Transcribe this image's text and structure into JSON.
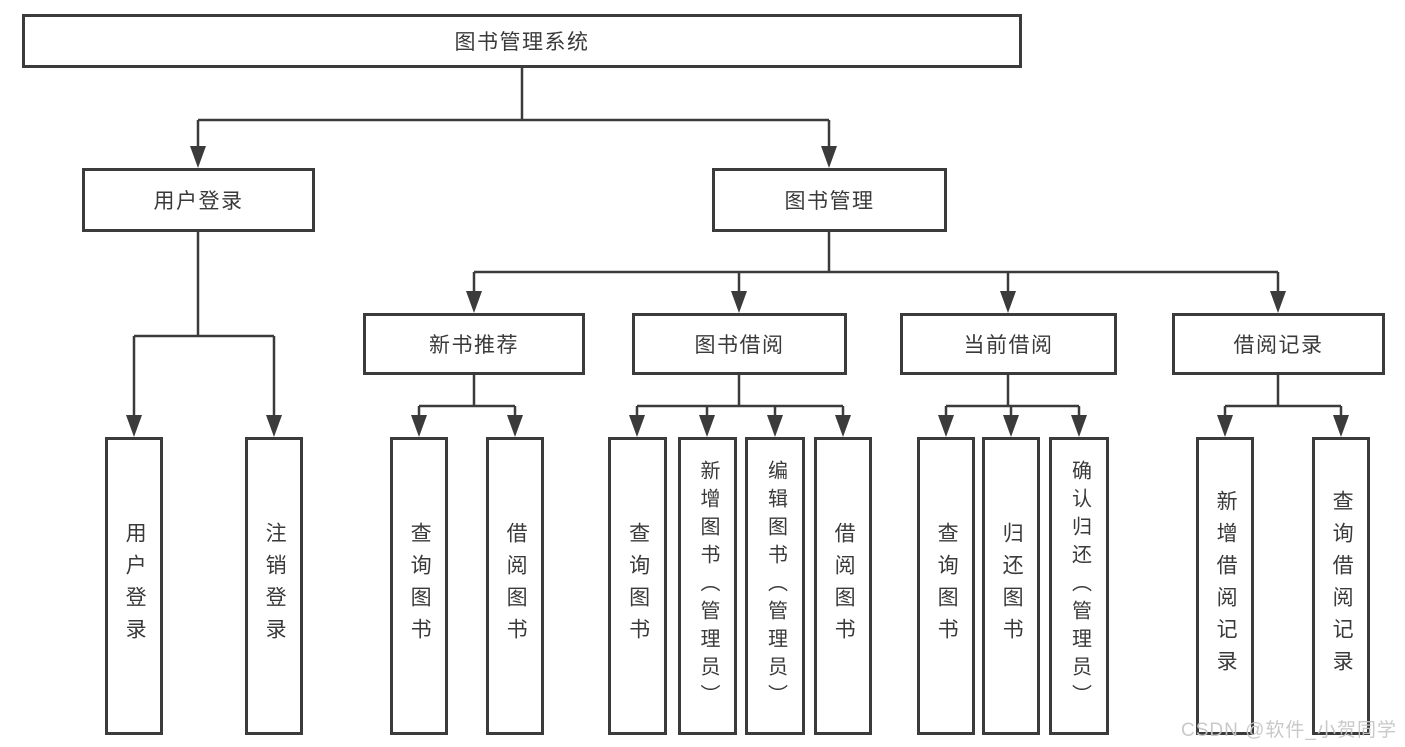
{
  "diagram": {
    "title_node": "图书管理系统",
    "root": "图书管理系统",
    "branches": [
      {
        "label": "用户登录",
        "children": [
          "用户登录",
          "注销登录"
        ]
      },
      {
        "label": "图书管理",
        "sections": [
          {
            "label": "新书推荐",
            "children": [
              "查询图书",
              "借阅图书"
            ]
          },
          {
            "label": "图书借阅",
            "children": [
              "查询图书",
              "新增图书（管理员）",
              "编辑图书（管理员）",
              "借阅图书"
            ]
          },
          {
            "label": "当前借阅",
            "children": [
              "查询图书",
              "归还图书",
              "确认归还（管理员）"
            ]
          },
          {
            "label": "借阅记录",
            "children": [
              "新增借阅记录",
              "查询借阅记录"
            ]
          }
        ]
      }
    ]
  },
  "watermark": {
    "text": "CSDN @软件_小贺同学"
  },
  "colors": {
    "line": "#3b3b3b",
    "box_border": "#3b3b3b",
    "box_fill": "#ffffff",
    "text": "#3a3a3a",
    "watermark": "#c6c6c6",
    "background": "#ffffff"
  }
}
